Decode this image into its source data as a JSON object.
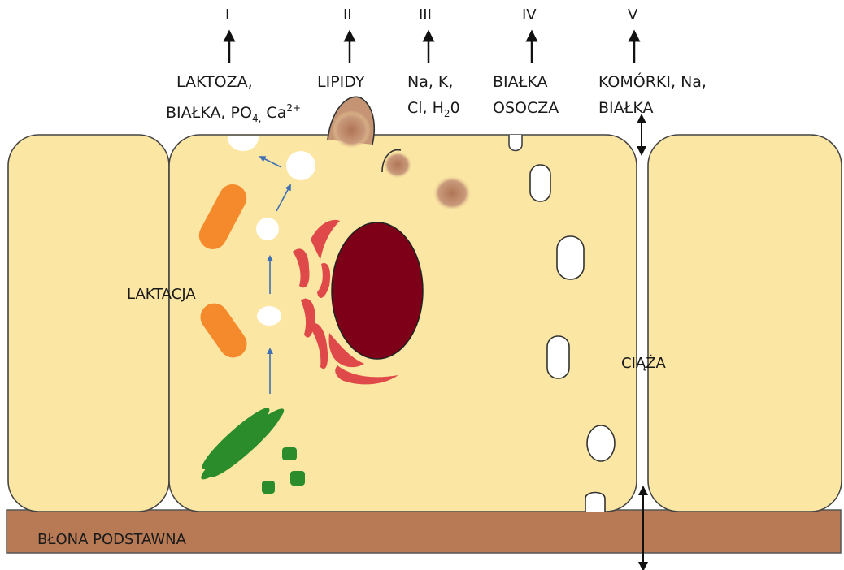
{
  "pathways": [
    {
      "numeral": "I",
      "lines": [
        "LAKTOZA,",
        "BIAŁKA, PO",
        "4,",
        " Ca",
        "2+"
      ]
    },
    {
      "numeral": "II",
      "lines": [
        "LIPIDY"
      ]
    },
    {
      "numeral": "III",
      "lines": [
        "Na, K,",
        "Cl, H",
        "2",
        "0"
      ]
    },
    {
      "numeral": "IV",
      "lines": [
        "BIAŁKA",
        "OSOCZA"
      ]
    },
    {
      "numeral": "V",
      "lines": [
        "KOMÓRKI, Na,",
        "BIAŁKA"
      ]
    }
  ],
  "labels": {
    "laktacja": "LAKTACJA",
    "ciaza": "CIĄŻA",
    "membrane": "BŁONA PODSTAWNA"
  },
  "colors": {
    "cell_fill": "#fbe6a3",
    "cell_stroke": "#444444",
    "membrane": "#b87a55",
    "nucleus": "#7d0018",
    "golgi": "#e0494a",
    "mitochondria": "#f48a2b",
    "er": "#2a8c2a",
    "lipid": "#c08a6a",
    "arrow_blue": "#3f6fb5"
  }
}
